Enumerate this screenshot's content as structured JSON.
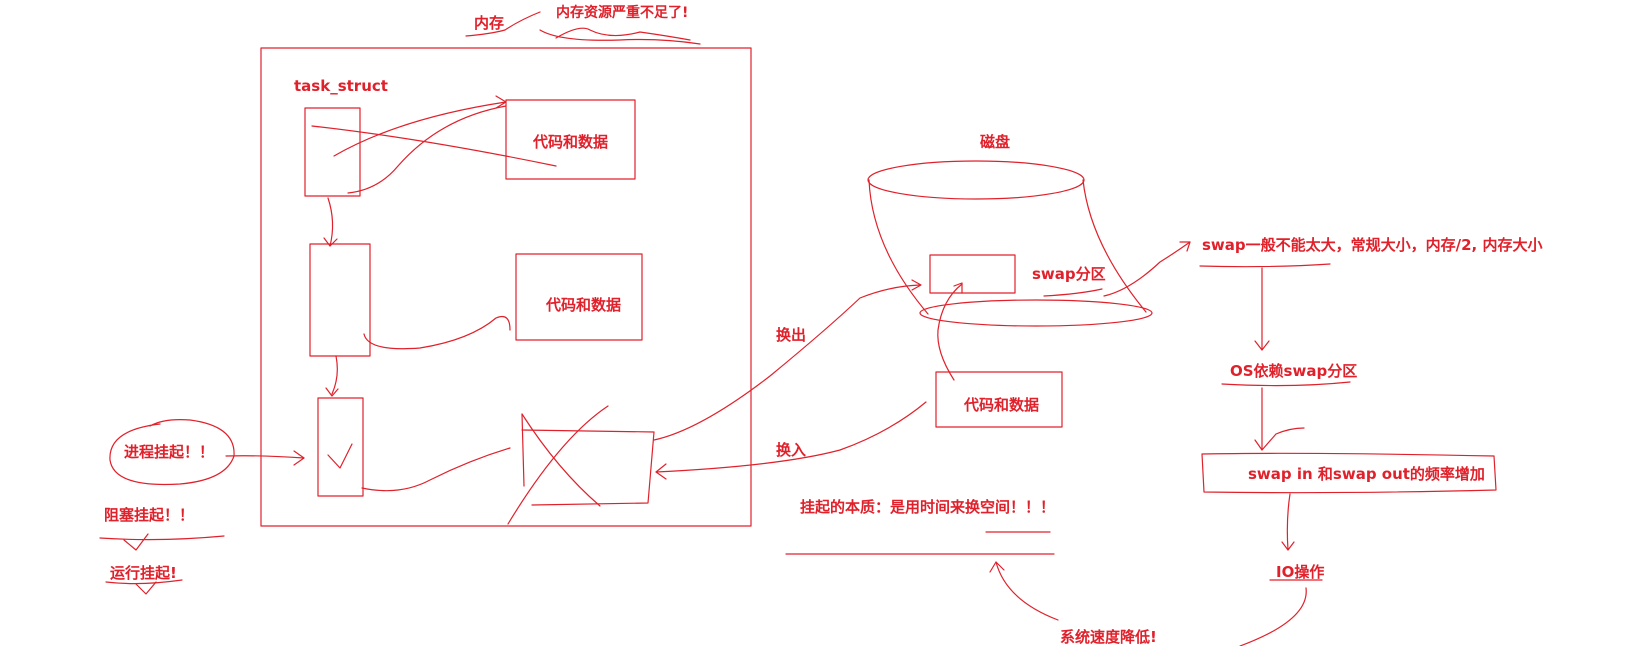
{
  "colors": {
    "ink": "#e0212b"
  },
  "memory": {
    "title": "内存",
    "warning": "内存资源严重不足了!",
    "task_struct": "task_struct",
    "code_data_1": "代码和数据",
    "code_data_2": "代码和数据"
  },
  "suspend_states": {
    "process": "进程挂起！！",
    "blocked": "阻塞挂起！！",
    "running": "运行挂起!"
  },
  "swap_ops": {
    "swap_out": "换出",
    "swap_in": "换入"
  },
  "disk": {
    "title": "磁盘",
    "swap_partition": "swap分区",
    "code_data": "代码和数据"
  },
  "notes": {
    "essence": "挂起的本质：是用时间来换空间！！！",
    "slowdown": "系统速度降低!"
  },
  "swap_chain": {
    "size_note": "swap一般不能太大，常规大小，内存/2, 内存大小",
    "os_depends": "OS依赖swap分区",
    "frequency": "swap in 和swap out的频率增加",
    "io": "IO操作"
  }
}
